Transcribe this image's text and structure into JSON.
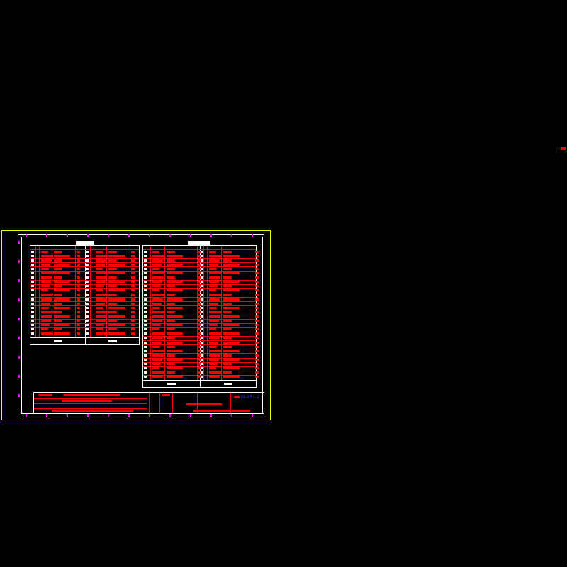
{
  "drawing": {
    "sheet_code": "JG-051-2",
    "colors": {
      "frame": "#ffff00",
      "border": "#ffffff",
      "text": "#ff0000",
      "grid_marks": "#ff00ff",
      "code": "#3040ff"
    },
    "left_table_rows": 20,
    "right_table_rows": 30
  }
}
